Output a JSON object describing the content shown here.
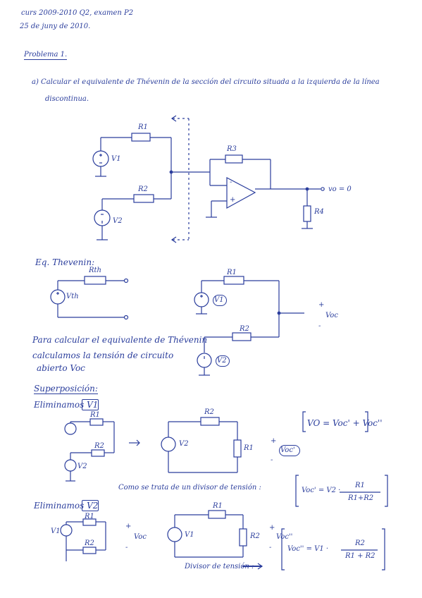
{
  "header": {
    "course": "curs 2009-2010 Q2, examen P2",
    "date": "25 de juny de 2010."
  },
  "problem": {
    "title": "Problema 1.",
    "statement_line1": "a) Calcular el equivalente de Thévenin de la sección del circuito situada a la izquierda de la línea",
    "statement_line2": "discontinua."
  },
  "circuit1": {
    "r1": "R1",
    "r2": "R2",
    "r3": "R3",
    "r4": "R4",
    "v1": "V1",
    "v2": "V2",
    "vo": "vo = 0",
    "plus": "+",
    "minus": "-"
  },
  "thevenin": {
    "heading": "Eq. Thevenin:",
    "vth": "Vth",
    "rth": "Rth",
    "circuit": {
      "r1": "R1",
      "r2": "R2",
      "v1": "V1",
      "v2": "V2",
      "voc": "Voc",
      "plus": "+",
      "minus": "-"
    },
    "text_line1": "Para calcular el equivalente de Thévenin",
    "text_line2": "calculamos la tensión de circuito",
    "text_line3": "abierto Voc"
  },
  "superposition": {
    "heading": "Superposición:",
    "elim1": "Eliminamos V1",
    "elim1_circuit": {
      "r1": "R1",
      "r2": "R2",
      "v2": "V2",
      "voc": "Voc'",
      "plus": "+",
      "minus": "-"
    },
    "boxed_sum": "VO = Voc' + Voc''",
    "divider_text": "Como se trata de un divisor de tensión :",
    "formula1_lhs": "Voc' = V2 ·",
    "formula1_num": "R1",
    "formula1_den": "R1+R2",
    "elim2": "Eliminamos V2",
    "elim2_circuit": {
      "r1": "R1",
      "r2": "R2",
      "v1": "V1",
      "voc": "Voc''",
      "voc_small": "Voc",
      "plus": "+",
      "minus": "-"
    },
    "divider_text2": "Divisor de tensión :",
    "formula2_lhs": "Voc'' = V1 ·",
    "formula2_num": "R2",
    "formula2_den": "R1 + R2"
  }
}
